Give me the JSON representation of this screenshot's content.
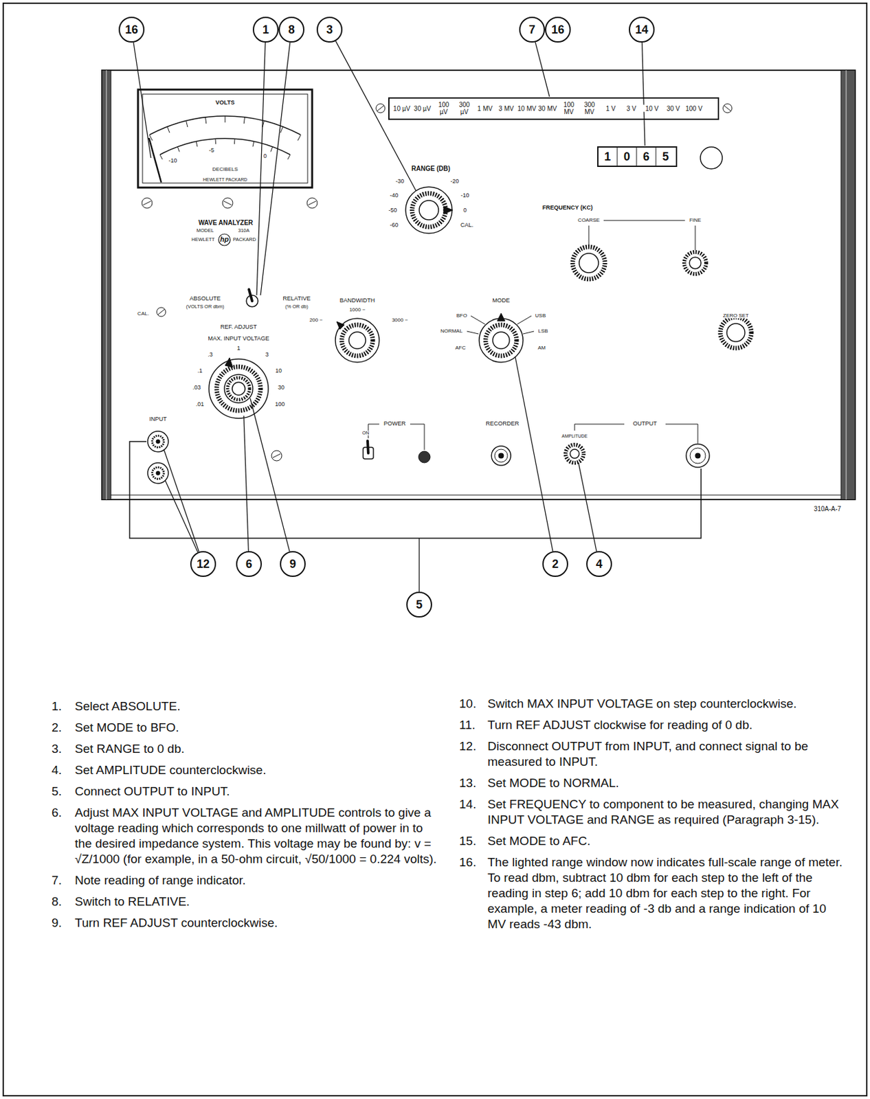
{
  "diagram": {
    "nodes": [
      {
        "text": [
          "16"
        ]
      },
      {
        "text": [
          "1"
        ]
      },
      {
        "text": [
          "8"
        ]
      },
      {
        "text": [
          "3"
        ]
      },
      {
        "text": [
          "7"
        ]
      },
      {
        "text": [
          "16"
        ]
      },
      {
        "text": [
          "14"
        ]
      },
      {
        "text": [
          "12"
        ]
      },
      {
        "text": [
          "6"
        ]
      },
      {
        "text": [
          "9"
        ]
      },
      {
        "text": [
          "2"
        ]
      },
      {
        "text": [
          "4"
        ]
      },
      {
        "text": [
          "5"
        ]
      }
    ],
    "labels": [
      "VOLTS",
      "DECIBELS",
      "HEWLETT PACKARD",
      "-10",
      "-5",
      "0",
      "10 µV",
      "30 µV",
      "100 µV",
      "300 µV",
      "1 MV",
      "3 MV",
      "10 MV",
      "30 MV",
      "100 MV",
      "300 MV",
      "1 V",
      "3 V",
      "10 V",
      "30 V",
      "100 V",
      "RANGE (DB)",
      "-30",
      "-20",
      "-40",
      "-10",
      "-50",
      "0",
      "-60",
      "CAL.",
      "1",
      "0",
      "6",
      "5",
      "FREQUENCY (KC)",
      "COARSE",
      "FINE",
      "WAVE ANALYZER",
      "MODEL",
      "310A",
      "HEWLETT",
      "PACKARD",
      "hp",
      "ABSOLUTE",
      "(VOLTS OR dbm)",
      "RELATIVE",
      "(% OR db)",
      "CAL.",
      "REF. ADJUST",
      "MAX. INPUT VOLTAGE",
      ".3",
      "1",
      "3",
      ".1",
      "10",
      ".03",
      "30",
      ".01",
      "100",
      "BANDWIDTH",
      "1000 ~",
      "200 ~",
      "3000 ~",
      "MODE",
      "BFO",
      "USB",
      "NORMAL",
      "LSB",
      "AFC",
      "AM",
      "ZERO SET",
      "INPUT",
      "POWER",
      "ON",
      "RECORDER",
      "AMPLITUDE",
      "OUTPUT",
      "310A-A-7",
      "1.",
      "Select ABSOLUTE.",
      "2.",
      "Set MODE to BFO.",
      "3.",
      "Set RANGE to 0 db.",
      "4.",
      "Set AMPLITUDE counterclockwise.",
      "5.",
      "Connect OUTPUT to INPUT.",
      "6.",
      "Adjust MAX INPUT VOLTAGE and AMPLITUDE controls to give a voltage reading which corresponds to one millwatt of power in to the desired impedance system. This voltage may be found by: v = √Z/1000 (for example, in a 50-ohm circuit, √50/1000 = 0.224 volts).",
      "7.",
      "Note reading of range indicator.",
      "8.",
      "Switch to RELATIVE.",
      "9.",
      "Turn REF ADJUST counterclockwise.",
      "10.",
      "Switch MAX INPUT VOLTAGE on step counterclockwise.",
      "11.",
      "Turn REF ADJUST clockwise for reading of 0 db.",
      "12.",
      "Disconnect OUTPUT from INPUT, and connect signal to be measured to INPUT.",
      "13.",
      "Set MODE to NORMAL.",
      "14.",
      "Set FREQUENCY to component to be measured, changing MAX INPUT VOLTAGE and RANGE as required (Paragraph 3-15).",
      "15.",
      "Set MODE to AFC.",
      "16.",
      "The lighted range window now indicates full-scale range of meter. To read dbm, subtract 10 dbm for each step to the left of the reading in step 6; add 10 dbm for each step to the right. For example, a meter reading of -3 db and a range indication of 10 MV reads -43 dbm."
    ]
  }
}
